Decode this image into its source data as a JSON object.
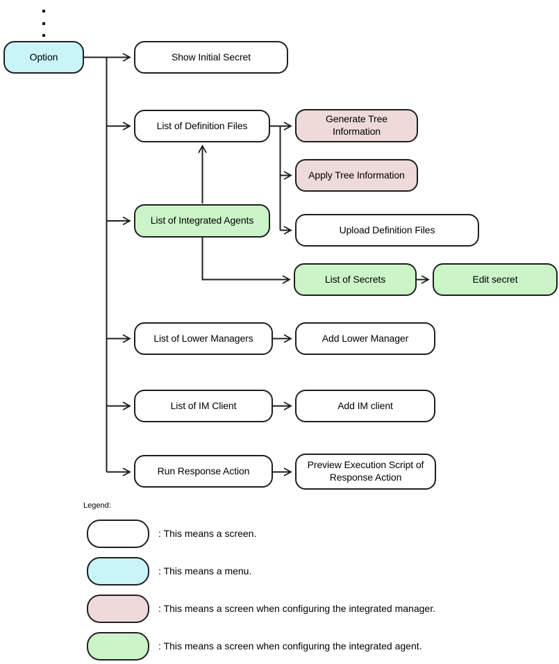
{
  "diagram": {
    "continuation_icon": "vertical-ellipsis",
    "nodes": {
      "option": {
        "label": "Option",
        "type": "menu"
      },
      "show_initial_secret": {
        "label": "Show Initial Secret",
        "type": "screen"
      },
      "list_of_definition_files": {
        "label": "List of Definition Files",
        "type": "screen"
      },
      "generate_tree_information": {
        "label": "Generate Tree Information",
        "type": "manager_screen"
      },
      "apply_tree_information": {
        "label": "Apply Tree Information",
        "type": "manager_screen"
      },
      "list_of_integrated_agents": {
        "label": "List of Integrated Agents",
        "type": "agent_screen"
      },
      "upload_definition_files": {
        "label": "Upload Definition Files",
        "type": "screen"
      },
      "list_of_secrets": {
        "label": "List of Secrets",
        "type": "agent_screen"
      },
      "edit_secret": {
        "label": "Edit secret",
        "type": "agent_screen"
      },
      "list_of_lower_managers": {
        "label": "List of Lower Managers",
        "type": "screen"
      },
      "add_lower_manager": {
        "label": "Add Lower Manager",
        "type": "screen"
      },
      "list_of_im_client": {
        "label": "List of IM Client",
        "type": "screen"
      },
      "add_im_client": {
        "label": "Add IM client",
        "type": "screen"
      },
      "run_response_action": {
        "label": "Run Response Action",
        "type": "screen"
      },
      "preview_execution_script": {
        "label": "Preview Execution Script of Response Action",
        "type": "screen"
      }
    }
  },
  "legend": {
    "title": "Legend:",
    "items": [
      {
        "type": "screen",
        "label": ": This means a screen."
      },
      {
        "type": "menu",
        "label": ": This means a menu."
      },
      {
        "type": "manager_screen",
        "label": ": This means a screen when configuring the integrated manager."
      },
      {
        "type": "agent_screen",
        "label": ": This means a screen when configuring the integrated agent."
      }
    ]
  },
  "colors": {
    "screen": "#ffffff",
    "menu": "#c9f4f8",
    "manager_screen": "#eedad9",
    "agent_screen": "#cbf5c8",
    "border": "#1e1e1e",
    "line": "#1e1e1e"
  }
}
